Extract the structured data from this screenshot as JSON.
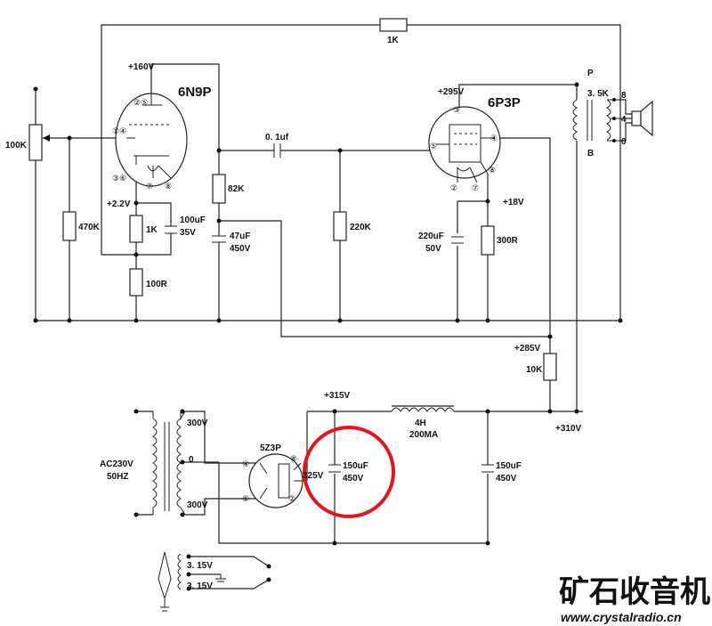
{
  "tubes": {
    "preamp": "6N9P",
    "power": "6P3P",
    "rectifier": "5Z3P"
  },
  "voltages": {
    "v160": "+160V",
    "v295": "+295V",
    "v2_2": "+2.2V",
    "v18": "+18V",
    "v285": "+285V",
    "v315": "+315V",
    "v310": "+310V",
    "v325": "325V"
  },
  "resistors": {
    "r_feedback": "1K",
    "r_pot": "100K",
    "r_grid": "470K",
    "r_cathode": "1K",
    "r_cathode2": "100R",
    "r_plate": "82K",
    "r_grid2": "220K",
    "r_cathode_out": "300R",
    "r_drop": "10K"
  },
  "capacitors": {
    "c_bypass": "100uF",
    "c_bypass_v": "35V",
    "c_coupling": "0. 1uf",
    "c_decouple": "47uF",
    "c_decouple_v": "450V",
    "c_cathode_out": "220uF",
    "c_cathode_out_v": "50V",
    "c_filter1": "150uF",
    "c_filter1_v": "450V",
    "c_filter2": "150uF",
    "c_filter2_v": "450V"
  },
  "output_transformer": {
    "primary": "3. 5K",
    "p": "P",
    "b": "B",
    "tap8": "8",
    "tap4": "4",
    "tap0": "0"
  },
  "power_transformer": {
    "mains": "AC230V",
    "freq": "50HZ",
    "hv_top": "300V",
    "center": "0",
    "hv_bottom": "300V",
    "heater1": "3. 15V",
    "heater2": "3. 15V"
  },
  "choke": {
    "inductance": "4H",
    "current": "200MA"
  },
  "pins": {
    "n9p_top": "②⑤",
    "n9p_left": "①④",
    "n9p_bottom_left": "③⑥",
    "n9p_7": "⑦",
    "n9p_8": "⑧",
    "p3p_3": "③",
    "p3p_5": "⑤",
    "p3p_4": "④",
    "p3p_2": "②",
    "p3p_7": "⑦",
    "p3p_8": "⑧",
    "z3p_4": "④",
    "z3p_6": "⑥",
    "z3p_8": "⑧",
    "z3p_2": "②"
  },
  "logo": {
    "chinese": "矿石收音机",
    "url": "www.crystalradio.cn"
  },
  "colors": {
    "highlight": "#e8141c",
    "logo": "#1f3f86",
    "ink": "#111111"
  }
}
